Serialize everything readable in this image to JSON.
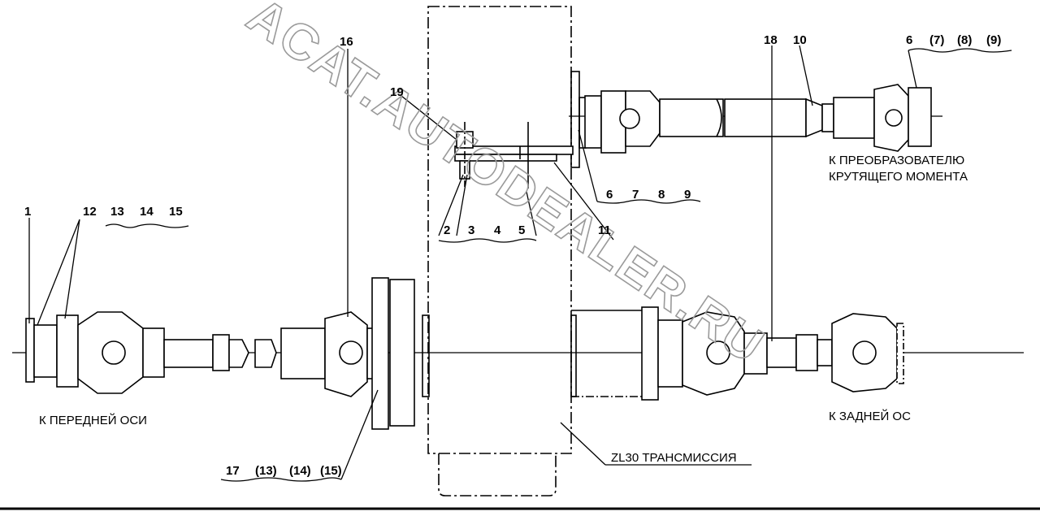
{
  "watermark": "ACAT.AUTODEALER.RU",
  "captions": {
    "front_axle": "К ПЕРЕДНЕЙ ОСИ",
    "rear_axle": "К ЗАДНЕЙ ОС",
    "converter_line1": "К ПРЕОБРАЗОВАТЕЛЮ",
    "converter_line2": "КРУТЯЩЕГО МОМЕНТА",
    "transmission": "ZL30 ТРАНСМИССИЯ"
  },
  "callouts": {
    "c1": "1",
    "c12": "12",
    "c13": "13",
    "c14": "14",
    "c15": "15",
    "c16": "16",
    "c19": "19",
    "c2": "2",
    "c3": "3",
    "c4": "4",
    "c5": "5",
    "c6a": "6",
    "c7a": "7",
    "c8a": "8",
    "c9a": "9",
    "c11": "11",
    "c18": "18",
    "c10": "10",
    "c6b": "6",
    "c7b": "(7)",
    "c8b": "(8)",
    "c9b": "(9)",
    "c17": "17",
    "c13b": "(13)",
    "c14b": "(14)",
    "c15b": "(15)"
  }
}
